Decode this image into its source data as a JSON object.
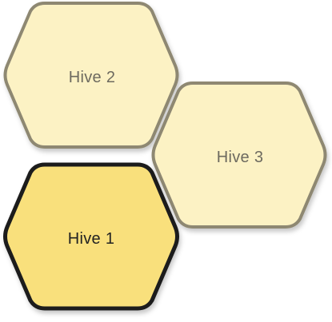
{
  "hives": [
    {
      "label": "Hive 2",
      "selected": false
    },
    {
      "label": "Hive 3",
      "selected": false
    },
    {
      "label": "Hive 1",
      "selected": true
    }
  ],
  "colors": {
    "fill_default": "#fcf2c4",
    "fill_selected": "#f9e07c",
    "stroke_default": "#8e8872",
    "stroke_selected": "#1a1a1a",
    "label_default": "#6d6a5f",
    "label_selected": "#222222"
  }
}
